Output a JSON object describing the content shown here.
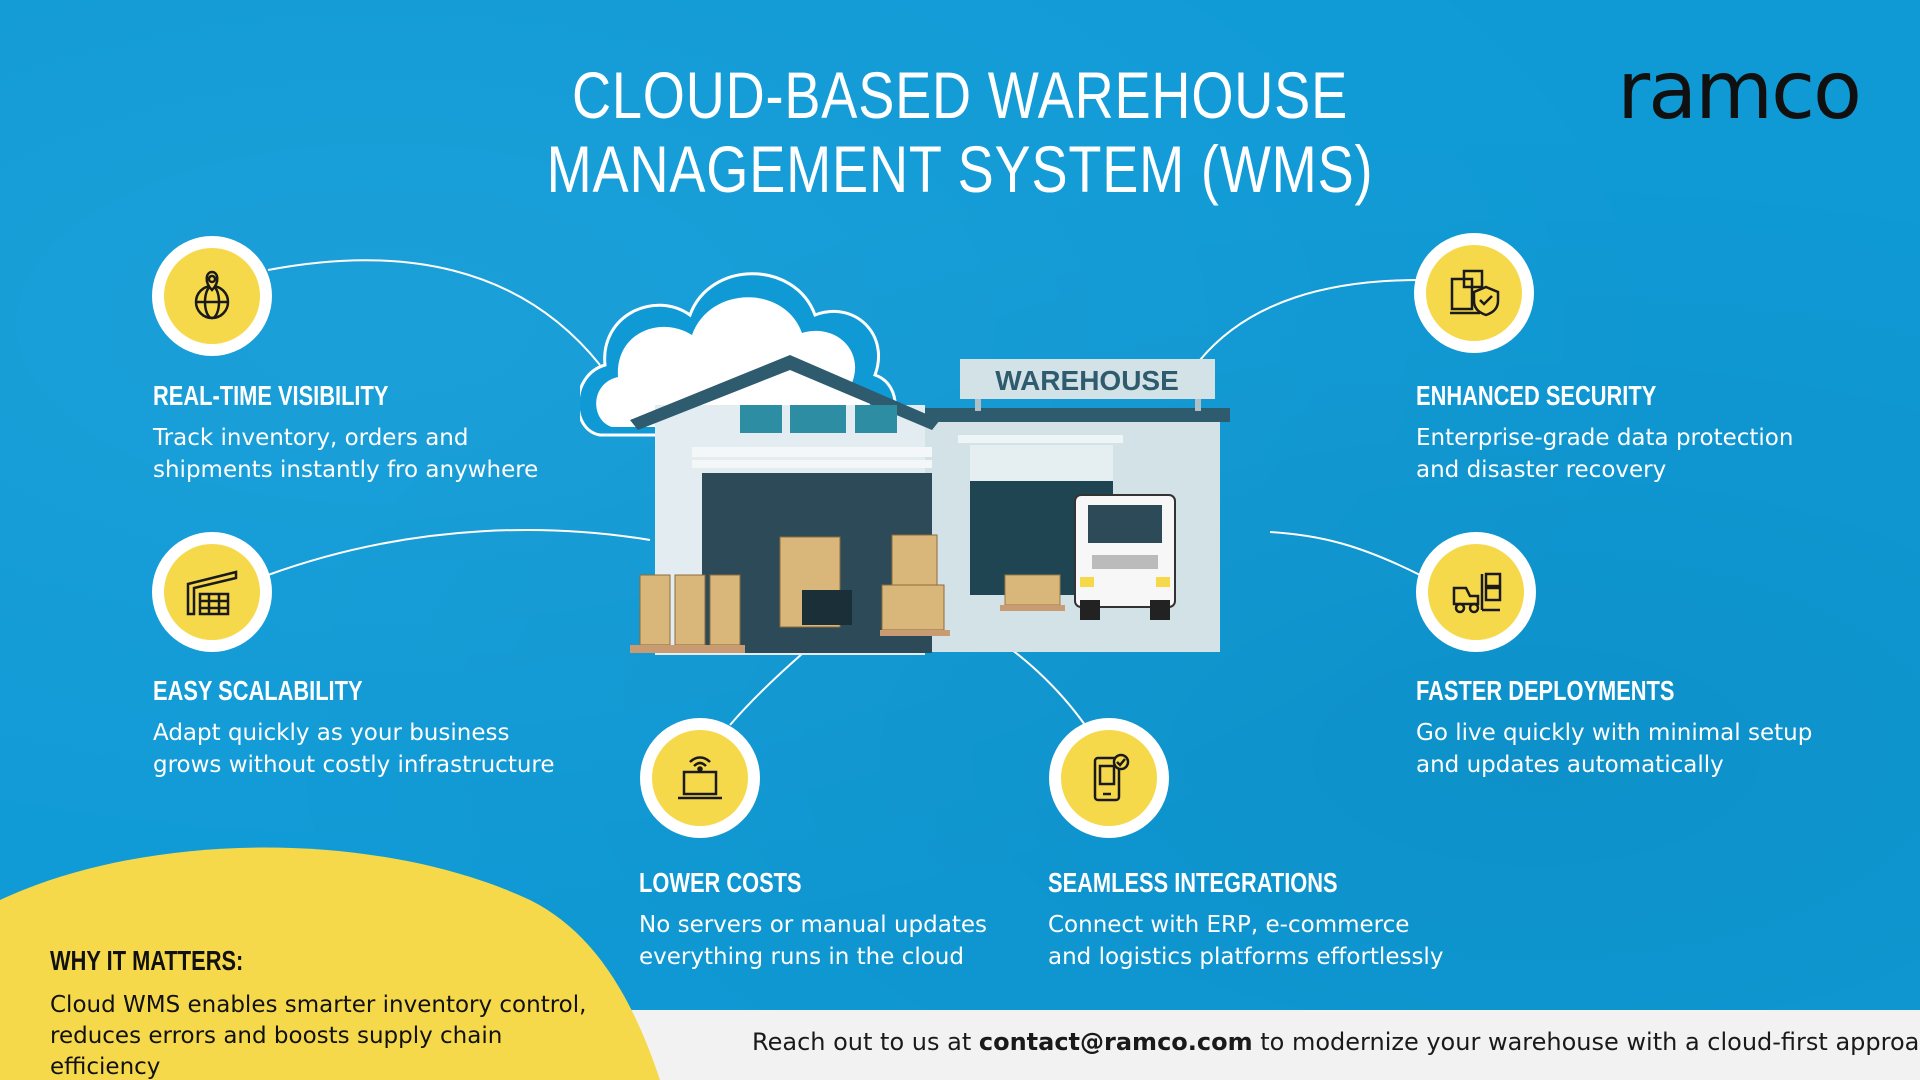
{
  "header": {
    "title_line1": "CLOUD-BASED WAREHOUSE",
    "title_line2": "MANAGEMENT SYSTEM (WMS)",
    "logo_text": "ramco"
  },
  "illustration": {
    "sign_text": "WAREHOUSE"
  },
  "features": [
    {
      "title": "REAL-TIME VISIBILITY",
      "desc": "Track inventory, orders and\nshipments instantly fro anywhere",
      "icon": "globe-location-icon"
    },
    {
      "title": "EASY SCALABILITY",
      "desc": "Adapt quickly as your business\ngrows without costly infrastructure",
      "icon": "warehouse-building-icon"
    },
    {
      "title": "LOWER COSTS",
      "desc": "No servers or manual updates\neverything runs in the cloud",
      "icon": "laptop-wifi-icon"
    },
    {
      "title": "SEAMLESS INTEGRATIONS",
      "desc": "Connect with ERP, e-commerce\nand logistics platforms effortlessly",
      "icon": "mobile-check-icon"
    },
    {
      "title": "ENHANCED SECURITY",
      "desc": "Enterprise-grade data protection\nand disaster recovery",
      "icon": "boxes-shield-icon"
    },
    {
      "title": "FASTER DEPLOYMENTS",
      "desc": "Go live quickly with minimal setup\nand updates automatically",
      "icon": "forklift-icon"
    }
  ],
  "why": {
    "title": "WHY IT MATTERS:",
    "text": "Cloud WMS enables smarter inventory control,\nreduces errors and boosts supply chain efficiency"
  },
  "footer": {
    "prefix": "Reach out to us at ",
    "email": "contact@ramco.com",
    "suffix": " to modernize your warehouse with a cloud-first approach"
  },
  "colors": {
    "background": "#0f9ad6",
    "accent_yellow": "#f6d94a",
    "roof": "#2e5b6e",
    "wall": "#d9e6ea"
  }
}
